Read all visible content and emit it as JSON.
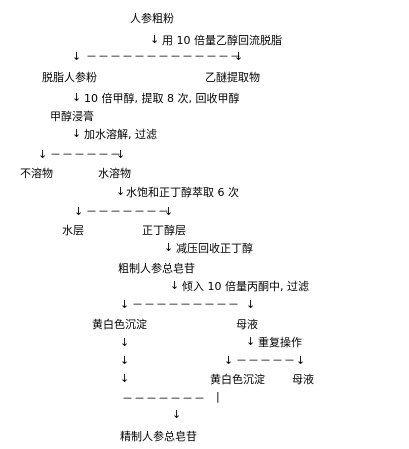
{
  "flow": {
    "root": "人参粗粉",
    "step1": "用 10 倍量乙醇回流脱脂",
    "defatted": "脱脂人参粉",
    "ether_extract": "乙醚提取物",
    "step2": "10 倍甲醇, 提取 8 次, 回收甲醇",
    "methanol_extract": "甲醇浸膏",
    "step3": "加水溶解, 过滤",
    "insoluble": "不溶物",
    "water_soluble": "水溶物",
    "step4": "水饱和正丁醇萃取 6 次",
    "water_layer": "水层",
    "butanol_layer": "正丁醇层",
    "step5": "减压回收正丁醇",
    "crude_saponin": "粗制人参总皂苷",
    "step6": "倾入 10 倍量丙酮中, 过滤",
    "precipitate_1": "黄白色沉淀",
    "mother_liquor_1": "母液",
    "step7": "重复操作",
    "precipitate_2": "黄白色沉淀",
    "mother_liquor_2": "母液",
    "final_product": "精制人参总皂苷"
  },
  "glyphs": {
    "down_arrow": "↓",
    "dash_1": "－－－－－－－－－－－－－",
    "dash_2": "－－－－－－",
    "dash_3": "－－－－－－－",
    "dash_4": "－－－－－－－－－",
    "dash_5": "－－－－－",
    "dash_6": "－－－－－－－",
    "bar": "|"
  }
}
